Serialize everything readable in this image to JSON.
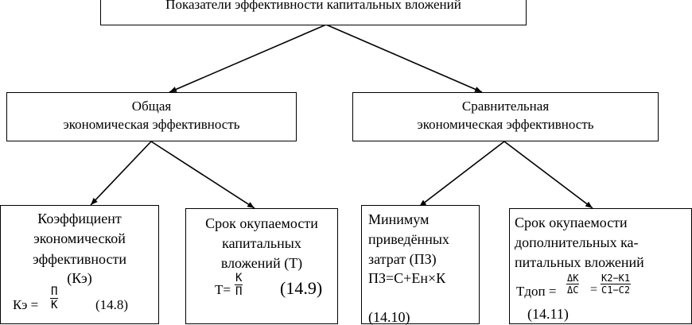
{
  "top": {
    "title": "Показатели эффективности капитальных вложений"
  },
  "general": {
    "line1": "Общая",
    "line2": "экономическая эффективность"
  },
  "comparative": {
    "line1": "Сравнительная",
    "line2": "экономическая эффективность"
  },
  "coef": {
    "line1": "Коэффициент",
    "line2": "экономической",
    "line3": "эффективности",
    "line4": "(Кэ)",
    "formula_lhs": "Кэ =",
    "num": "П",
    "den": "К",
    "eq_number": "(14.8)"
  },
  "payback": {
    "line1": "Срок окупаемости",
    "line2": "капитальных",
    "line3": "вложений (Т)",
    "formula_lhs": "Т=",
    "num": "К",
    "den": "П",
    "eq_number": "(14.9)"
  },
  "mincost": {
    "line1": "Минимум",
    "line2": "приведённых",
    "line3": "затрат (ПЗ)",
    "formula": "ПЗ=С+Ен×К",
    "eq_number": "(14.10)"
  },
  "addpayback": {
    "line1": "Срок окупаемости",
    "line2": "дополнительных ка-",
    "line3": "питальных вложений",
    "formula_lhs": "Тдоп =",
    "num1": "ΔК",
    "den1": "ΔС",
    "eq": "=",
    "num2": "К2−К1",
    "den2": "С1−С2",
    "eq_number": "(14.11)"
  }
}
